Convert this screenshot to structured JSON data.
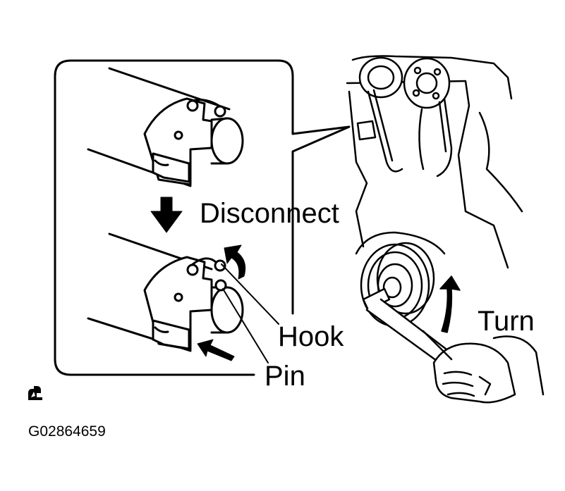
{
  "labels": {
    "disconnect": "Disconnect",
    "hook": "Hook",
    "pin": "Pin",
    "turn": "Turn"
  },
  "figure_code": "G02864659",
  "icons": {
    "corner_mark": "tool-symbol-icon"
  },
  "colors": {
    "line": "#000000",
    "background": "#ffffff"
  }
}
